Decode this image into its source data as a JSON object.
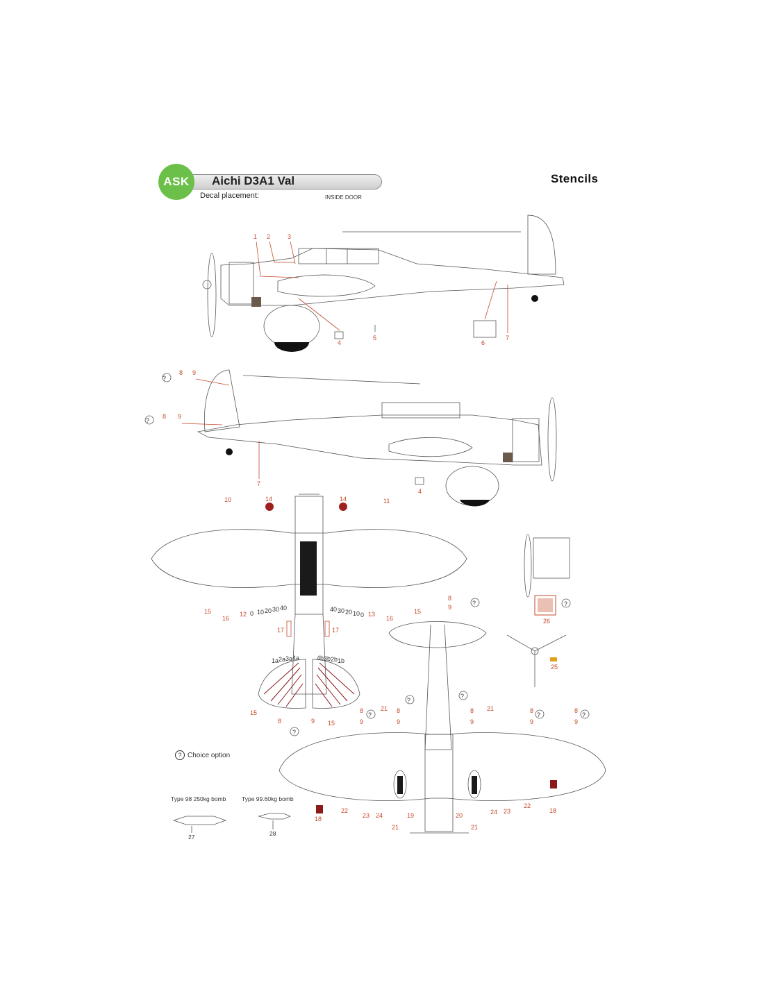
{
  "header": {
    "logo_text": "ASK",
    "title": "Aichi D3A1 Val",
    "subtitle": "Decal placement:",
    "inside_door": "INSIDE DOOR",
    "section": "Stencils"
  },
  "legend": {
    "choice_symbol": "?",
    "choice_text": "Choice option"
  },
  "bombs": {
    "bomb_250_label": "Type 98 250kg bomb",
    "bomb_60_label": "Type 99.60kg bomb",
    "bomb_250_number": "27",
    "bomb_60_number": "28"
  },
  "callouts": {
    "side_top": [
      "1",
      "2",
      "3",
      "4",
      "5",
      "6",
      "7"
    ],
    "side_bottom": [
      "8",
      "9",
      "8",
      "9",
      "7",
      "4"
    ],
    "top_view": [
      "10",
      "14",
      "14",
      "11",
      "15",
      "16",
      "12",
      "13",
      "16",
      "15",
      "17",
      "17",
      "8",
      "9",
      "26"
    ],
    "tail": [
      "15",
      "8",
      "9",
      "15",
      "8",
      "9"
    ],
    "under_view": [
      "21",
      "8",
      "9",
      "8",
      "9",
      "8",
      "9",
      "21",
      "8",
      "9",
      "8",
      "9",
      "22",
      "23",
      "24",
      "19",
      "20",
      "24",
      "23",
      "22",
      "18",
      "18",
      "21",
      "21",
      "25"
    ],
    "wing_stripe_labels": [
      "1a",
      "2a",
      "3a",
      "4a",
      "4b",
      "3b",
      "2b",
      "1b"
    ],
    "gauge_left": [
      "0",
      "10",
      "20",
      "30",
      "40"
    ],
    "gauge_right": [
      "40",
      "30",
      "20",
      "10",
      "0"
    ]
  },
  "colors": {
    "logo_green": "#6cc04a",
    "callout_red": "#c44a2a",
    "hinomaru_red": "#a02020",
    "stencil_red_box": "#8b1a1a"
  }
}
